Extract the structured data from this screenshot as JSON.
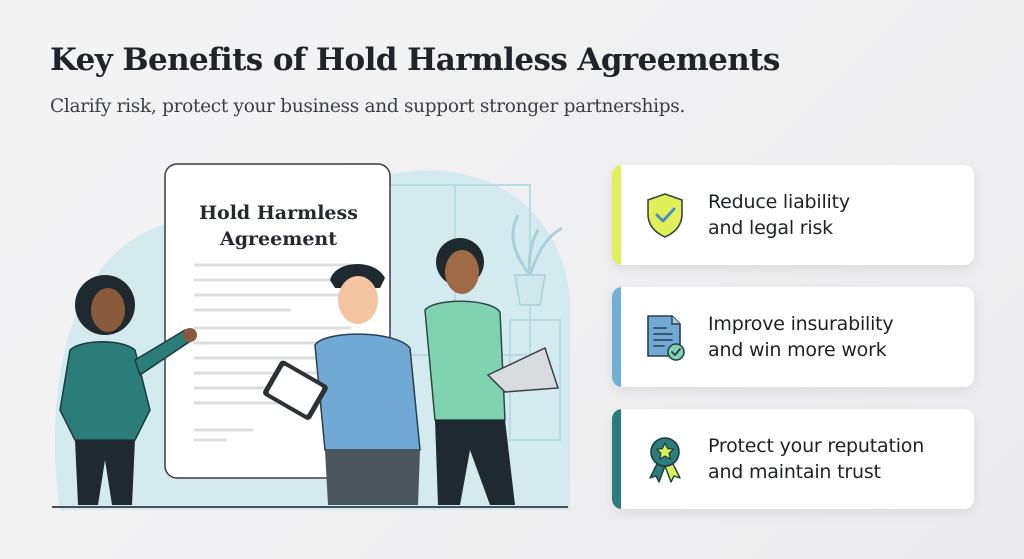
{
  "header": {
    "title": "Key Benefits of Hold Harmless Agreements",
    "subtitle": "Clarify risk, protect your business and support stronger partnerships."
  },
  "illustration": {
    "document_title_line1": "Hold Harmless",
    "document_title_line2": "Agreement",
    "people": [
      "woman-pointing",
      "man-with-tablet",
      "man-with-laptop"
    ]
  },
  "benefits": [
    {
      "line1": "Reduce liability",
      "line2": "and legal risk",
      "icon": "shield-check-icon",
      "accent": "#dff05a"
    },
    {
      "line1": "Improve insurability",
      "line2": "and win more work",
      "icon": "document-check-icon",
      "accent": "#6fb0d4"
    },
    {
      "line1": "Protect your reputation",
      "line2": "and maintain trust",
      "icon": "award-ribbon-icon",
      "accent": "#2b7d7a"
    }
  ],
  "colors": {
    "background": "#f0f0f2",
    "teal": "#2b7d7a",
    "blue": "#6fa9d4",
    "mint": "#7fd3b0",
    "lime": "#dff05a",
    "blob": "#d3eaee"
  }
}
